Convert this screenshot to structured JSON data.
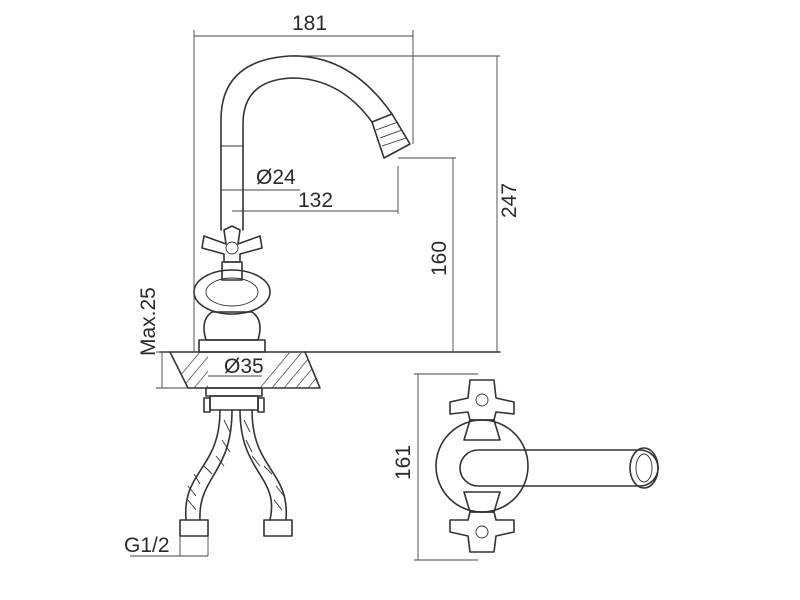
{
  "dimensions": {
    "width_top": "181",
    "height_total": "247",
    "spout_dia": "Ø24",
    "spout_reach": "132",
    "spout_height": "160",
    "max_thickness": "Max.25",
    "hole_dia": "Ø35",
    "thread": "G1/2",
    "top_depth": "161"
  },
  "colors": {
    "line": "#333333",
    "background": "#ffffff"
  }
}
